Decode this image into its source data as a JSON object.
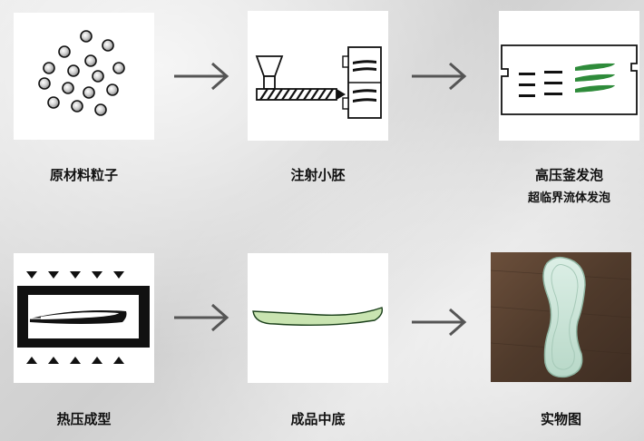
{
  "steps": [
    {
      "label": "原材料粒子",
      "icon": "granules-icon"
    },
    {
      "label": "注射小胚",
      "icon": "injection-molding-icon"
    },
    {
      "label": "高压釜发泡",
      "sublabel": "超临界流体发泡",
      "icon": "autoclave-foaming-icon"
    },
    {
      "label": "热压成型",
      "icon": "hot-press-icon"
    },
    {
      "label": "成品中底",
      "icon": "midsole-icon"
    },
    {
      "label": "实物图",
      "icon": "product-photo-icon"
    }
  ],
  "colors": {
    "foam_green": "#2e8b3a",
    "midsole_green": "#c9e4b1",
    "arrow": "#555555",
    "photo_background": "#5a4232"
  }
}
